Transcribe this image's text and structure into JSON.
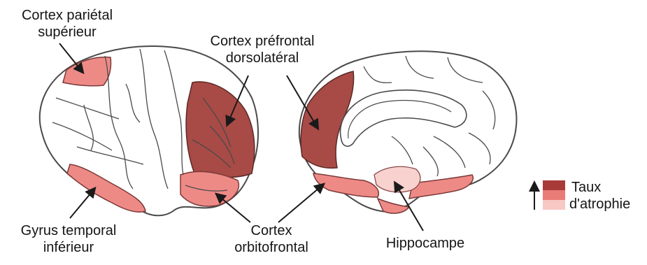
{
  "labels": {
    "parietal": [
      "Cortex pariétal",
      "supérieur"
    ],
    "prefrontal": [
      "Cortex préfrontal",
      "dorsolatéral"
    ],
    "temporal": [
      "Gyrus temporal",
      "inférieur"
    ],
    "orbitofrontal": [
      "Cortex",
      "orbitofrontal"
    ],
    "hippocampe": "Hippocampe"
  },
  "legend": {
    "title_line1": "Taux",
    "title_line2": "d'atrophie",
    "levels": [
      {
        "level": "high",
        "color": "#a83a38"
      },
      {
        "level": "medium",
        "color": "#ea7c78"
      },
      {
        "level": "low",
        "color": "#f8c8c4"
      }
    ],
    "arrow_icon": "up-arrow-icon"
  },
  "colors": {
    "high": "#a84a46",
    "medium": "#ee8a86",
    "low": "#f7d2ce",
    "outline": "#4a4a4a",
    "background": "#ffffff"
  }
}
